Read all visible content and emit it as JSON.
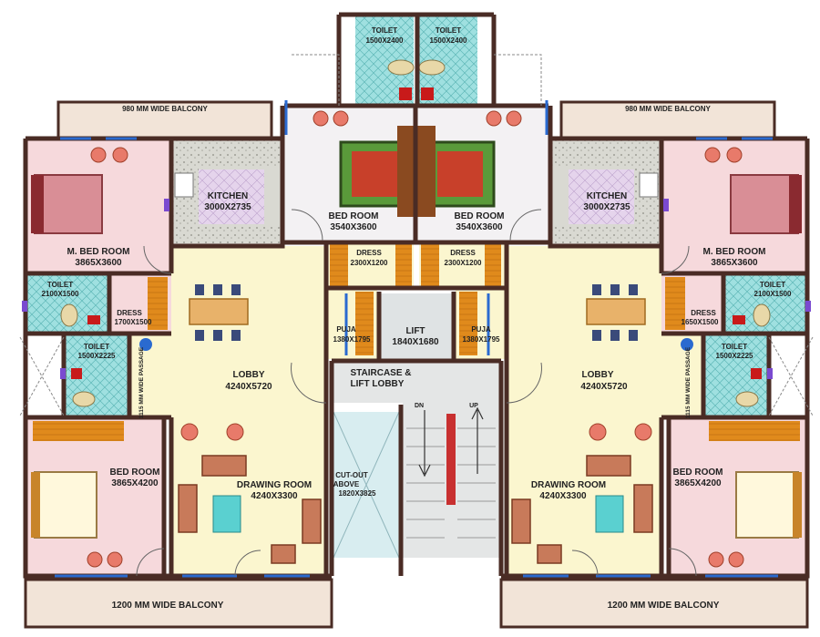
{
  "left": {
    "balcony_top": "980 MM WIDE BALCONY",
    "m_bed_room": {
      "name": "M. BED ROOM",
      "size": "3865X3600"
    },
    "kitchen": {
      "name": "KITCHEN",
      "size": "3000X2735"
    },
    "toilet_a": {
      "name": "TOILET",
      "size": "2100X1500"
    },
    "dress": {
      "name": "DRESS",
      "size": "1700X1500"
    },
    "toilet_b": {
      "name": "TOILET",
      "size": "1500X2225"
    },
    "passage": "1115 MM WIDE PASSAGE",
    "lobby": {
      "name": "LOBBY",
      "size": "4240X5720"
    },
    "drawing_room": {
      "name": "DRAWING ROOM",
      "size": "4240X3300"
    },
    "bed_room": {
      "name": "BED ROOM",
      "size": "3865X4200"
    },
    "balcony_bottom": "1200 MM WIDE BALCONY"
  },
  "right": {
    "balcony_top": "980 MM WIDE BALCONY",
    "m_bed_room": {
      "name": "M. BED ROOM",
      "size": "3865X3600"
    },
    "kitchen": {
      "name": "KITCHEN",
      "size": "3000X2735"
    },
    "toilet_a": {
      "name": "TOILET",
      "size": "2100X1500"
    },
    "dress": {
      "name": "DRESS",
      "size": "1650X1500"
    },
    "toilet_b": {
      "name": "TOILET",
      "size": "1500X2225"
    },
    "passage": "1115 MM WIDE PASSAGE",
    "lobby": {
      "name": "LOBBY",
      "size": "4240X5720"
    },
    "drawing_room": {
      "name": "DRAWING ROOM",
      "size": "4240X3300"
    },
    "bed_room": {
      "name": "BED ROOM",
      "size": "3865X4200"
    },
    "balcony_bottom": "1200 MM WIDE BALCONY"
  },
  "center": {
    "toilet_left": {
      "name": "TOILET",
      "size": "1500X2400"
    },
    "toilet_right": {
      "name": "TOILET",
      "size": "1500X2400"
    },
    "bed_room_left": {
      "name": "BED ROOM",
      "size": "3540X3600"
    },
    "bed_room_right": {
      "name": "BED ROOM",
      "size": "3540X3600"
    },
    "dress_left": {
      "name": "DRESS",
      "size": "2300X1200"
    },
    "dress_right": {
      "name": "DRESS",
      "size": "2300X1200"
    },
    "puja_left": {
      "name": "PUJA",
      "size": "1380X1795"
    },
    "puja_right": {
      "name": "PUJA",
      "size": "1380X1795"
    },
    "lift": {
      "name": "LIFT",
      "size": "1840X1680"
    },
    "staircase": {
      "line1": "STAIRCASE &",
      "line2": "LIFT LOBBY"
    },
    "cutout": {
      "line1": "CUT-OUT",
      "line2": "ABOVE",
      "size": "1820X3825"
    },
    "dn": "DN",
    "up": "UP"
  },
  "colors": {
    "wall": "#4a2c25",
    "lobby": "#fbf6cf",
    "bedroom": "#f6d9dc",
    "kitchen": "#e5d4ec",
    "toilet": "#9fe0e0",
    "dress_wood": "#e08a1c",
    "balcony": "#f2e4d8",
    "stair": "#e4e6e6",
    "cutout": "#d8edf0"
  }
}
